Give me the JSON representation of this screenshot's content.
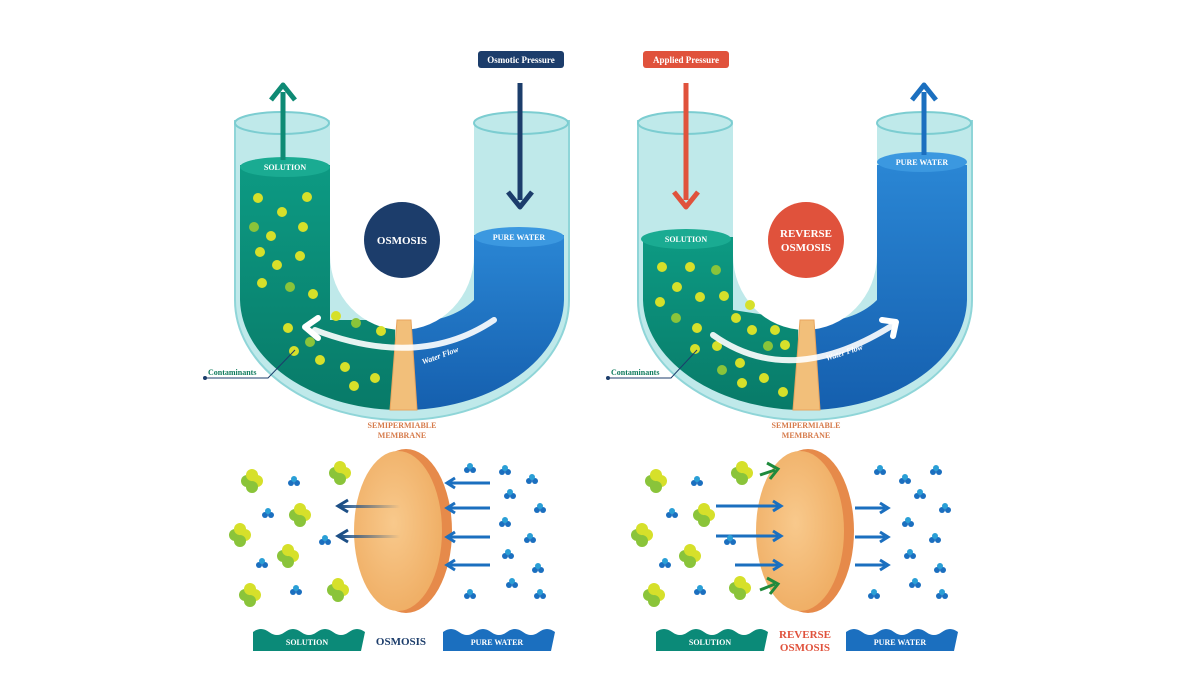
{
  "colors": {
    "solution_teal": "#0b8a78",
    "pure_blue": "#1b6fbf",
    "navy": "#1c3d6b",
    "red": "#e0523c",
    "membrane": "#f2b36d",
    "membrane_dark": "#e68a4a",
    "contaminant": "#d6e02a",
    "label_green": "#0f7a5c",
    "label_orange": "#d67b4b"
  },
  "osmosis": {
    "pressure_label": "Osmotic Pressure",
    "solution_label": "SOLUTION",
    "pure_water_label": "PURE WATER",
    "title": "OSMOSIS",
    "flow_label": "Water Flow",
    "contaminants_label": "Contaminants",
    "membrane_label_line1": "SEMIPERMIABLE",
    "membrane_label_line2": "MEMBRANE",
    "bottom_left_label": "SOLUTION",
    "bottom_center_label": "OSMOSIS",
    "bottom_right_label": "PURE WATER"
  },
  "reverse": {
    "pressure_label": "Applied Pressure",
    "solution_label": "SOLUTION",
    "pure_water_label": "PURE WATER",
    "title_line1": "REVERSE",
    "title_line2": "OSMOSIS",
    "flow_label": "Water Flow",
    "contaminants_label": "Contaminants",
    "membrane_label_line1": "SEMIPERMIABLE",
    "membrane_label_line2": "MEMBRANE",
    "bottom_left_label": "SOLUTION",
    "bottom_center_line1": "REVERSE",
    "bottom_center_line2": "OSMOSIS",
    "bottom_right_label": "PURE WATER"
  }
}
